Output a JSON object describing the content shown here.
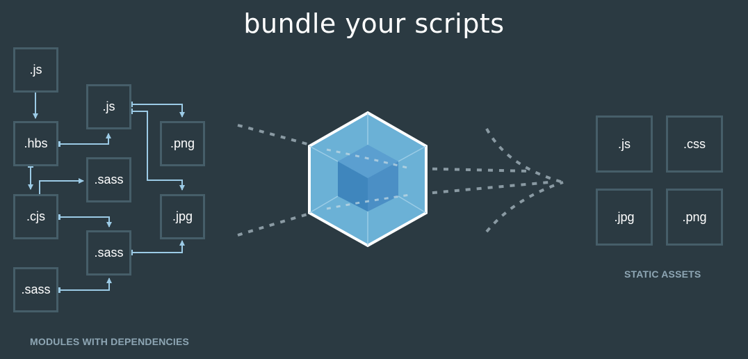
{
  "title": "bundle your scripts",
  "modules": {
    "caption": "MODULES WITH DEPENDENCIES",
    "items": [
      ".js",
      ".js",
      ".hbs",
      ".png",
      ".sass",
      ".cjs",
      ".jpg",
      ".sass",
      ".sass"
    ]
  },
  "assets": {
    "caption": "STATIC ASSETS",
    "items": [
      ".js",
      ".css",
      ".jpg",
      ".png"
    ]
  },
  "colors": {
    "background": "#2b3a42",
    "box_border": "#465e69",
    "arrow": "#8ed6fb",
    "dotted": "#8a9aa3",
    "cube_outer": "#6bb1d6",
    "cube_inner": "#4b8fc5",
    "caption": "#8ea6b4"
  }
}
